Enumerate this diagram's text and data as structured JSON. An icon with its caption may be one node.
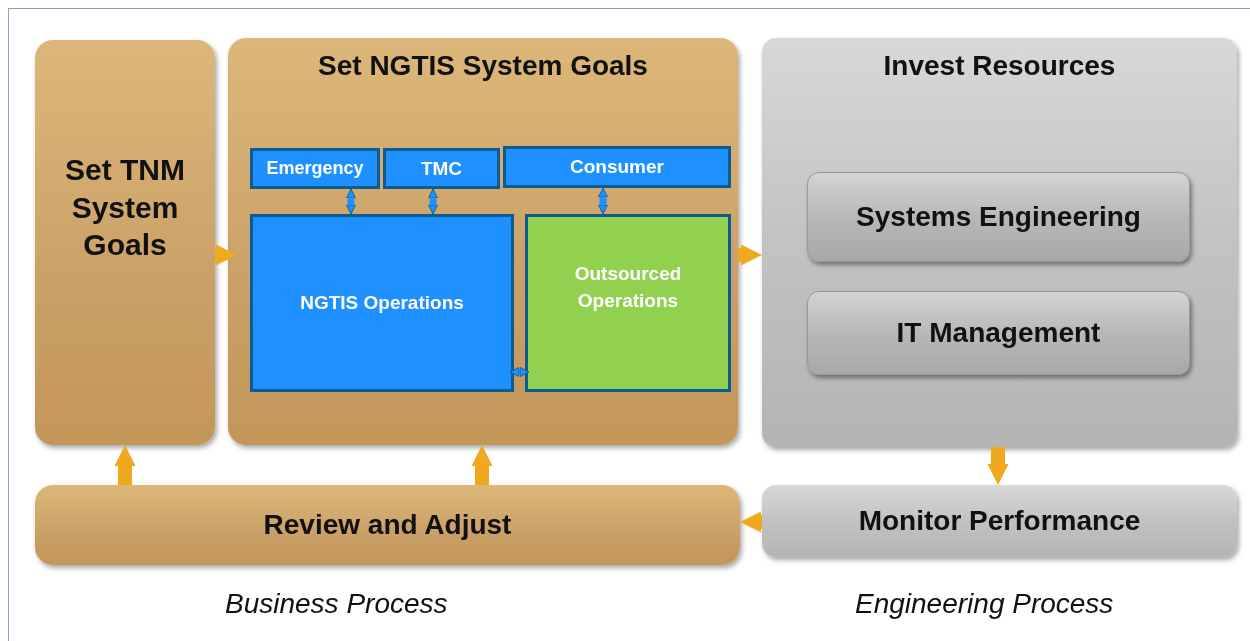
{
  "diagram": {
    "nodes": [
      {
        "text": [
          "Set TNM System Goals"
        ]
      },
      {
        "text": [
          "Set NGTIS System Goals"
        ]
      },
      {
        "text": [
          "Emergency"
        ],
        "in": 1
      },
      {
        "text": [
          "TMC"
        ],
        "in": 1
      },
      {
        "text": [
          "Consumer"
        ],
        "in": 1
      },
      {
        "text": [
          "NGTIS Operations"
        ],
        "in": 1
      },
      {
        "text": [
          "Outsourced Operations"
        ],
        "in": 1
      },
      {
        "text": [
          "Invest Resources"
        ]
      },
      {
        "text": [
          "Systems Engineering"
        ],
        "in": 7
      },
      {
        "text": [
          "IT Management"
        ],
        "in": 7
      },
      {
        "text": [
          "Review and Adjust"
        ]
      },
      {
        "text": [
          "Monitor Performance"
        ]
      }
    ],
    "edges": [
      {
        "from": 0,
        "to": 1,
        "arrow": "to"
      },
      {
        "from": 1,
        "to": 7,
        "arrow": "to"
      },
      {
        "from": 2,
        "to": 5,
        "arrow": "both",
        "color": "#1e90ff"
      },
      {
        "from": 3,
        "to": 5,
        "arrow": "both",
        "color": "#1e90ff"
      },
      {
        "from": 4,
        "to": 6,
        "arrow": "both",
        "color": "#1e90ff"
      },
      {
        "from": 5,
        "to": 6,
        "arrow": "both",
        "color": "#1e90ff"
      },
      {
        "from": 7,
        "to": 11,
        "arrow": "to"
      },
      {
        "from": 11,
        "to": 10,
        "arrow": "to"
      },
      {
        "from": 10,
        "to": 0,
        "arrow": "to"
      },
      {
        "from": 10,
        "to": 1,
        "arrow": "to"
      }
    ],
    "labels": [
      "Business Process",
      "Engineering Process"
    ]
  }
}
